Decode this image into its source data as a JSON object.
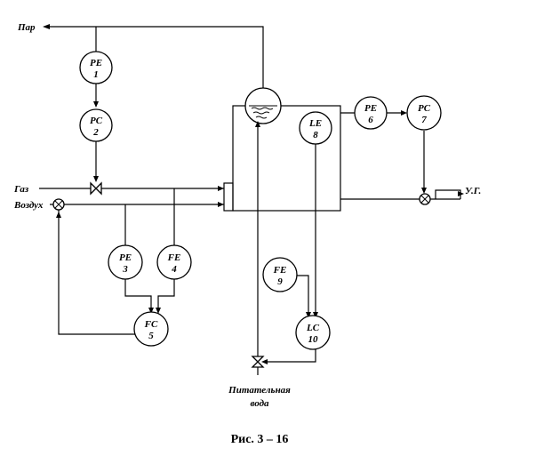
{
  "labels": {
    "steam": "Пар",
    "gas": "Газ",
    "air": "Воздух",
    "flue_gas": "У.Г.",
    "feed_water_line1": "Питательная",
    "feed_water_line2": "вода"
  },
  "instruments": [
    {
      "id": "pe1",
      "tag": "PE",
      "num": "1"
    },
    {
      "id": "pc2",
      "tag": "PC",
      "num": "2"
    },
    {
      "id": "pe3",
      "tag": "PE",
      "num": "3"
    },
    {
      "id": "fe4",
      "tag": "FE",
      "num": "4"
    },
    {
      "id": "fc5",
      "tag": "FC",
      "num": "5"
    },
    {
      "id": "pe6",
      "tag": "PE",
      "num": "6"
    },
    {
      "id": "pc7",
      "tag": "PC",
      "num": "7"
    },
    {
      "id": "le8",
      "tag": "LE",
      "num": "8"
    },
    {
      "id": "fe9",
      "tag": "FE",
      "num": "9"
    },
    {
      "id": "lc10",
      "tag": "LC",
      "num": "10"
    }
  ],
  "caption": "Рис. 3 – 16"
}
